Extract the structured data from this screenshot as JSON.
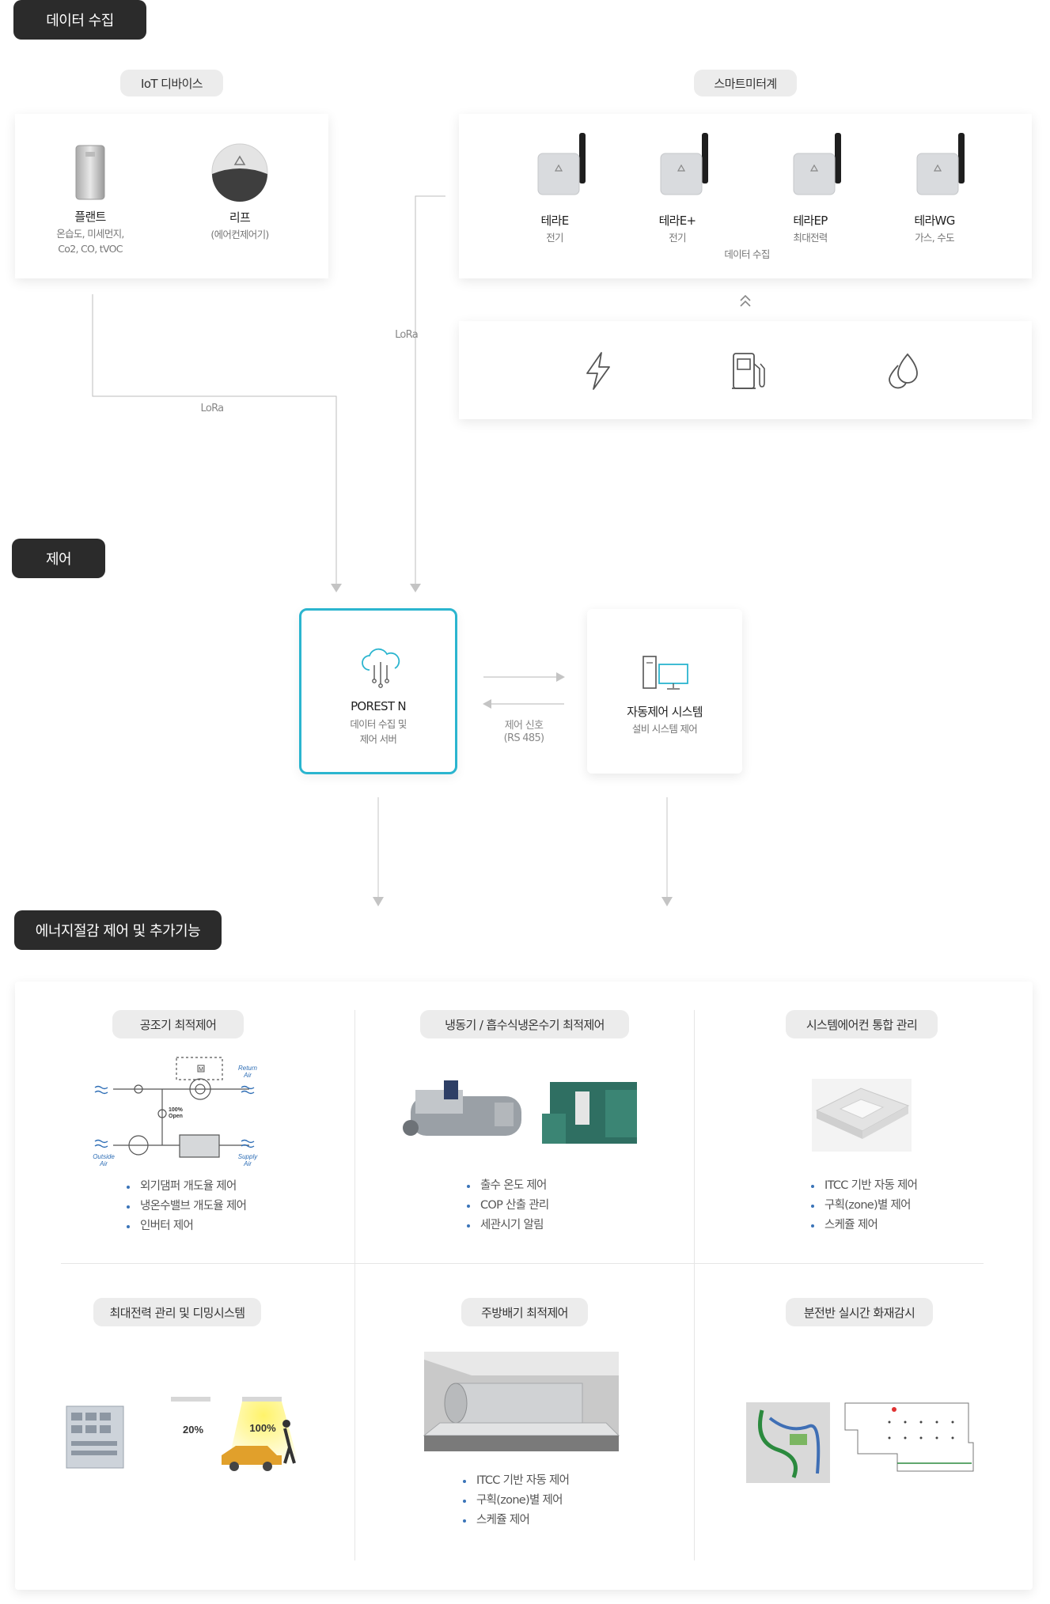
{
  "sections": {
    "collect": "데이터 수집",
    "control": "제어",
    "energy": "에너지절감 제어 및 추가기능"
  },
  "iot": {
    "tag": "IoT 디바이스",
    "items": [
      {
        "name": "플랜트",
        "desc1": "온습도, 미세먼지,",
        "desc2": "Co2, CO, tVOC"
      },
      {
        "name": "리프",
        "desc1": "(에어컨제어기)"
      }
    ]
  },
  "smart": {
    "tag": "스마트미터계",
    "items": [
      {
        "name": "테라E",
        "desc": "전기"
      },
      {
        "name": "테라E+",
        "desc": "전기"
      },
      {
        "name": "테라EP",
        "desc": "최대전력"
      },
      {
        "name": "테라WG",
        "desc": "가스, 수도"
      }
    ],
    "caption": "데이터 수집"
  },
  "links": {
    "lora_right": "LoRa",
    "lora_left": "LoRa",
    "signal1": "제어 신호",
    "signal2": "(RS 485)"
  },
  "server": {
    "name": "POREST N",
    "desc1": "데이터 수집 및",
    "desc2": "제어 서버"
  },
  "auto": {
    "name": "자동제어 시스템",
    "desc": "설비 시스템 제어"
  },
  "features": [
    {
      "title": "공조기 최적제어",
      "bullets": [
        "외기댐퍼 개도율 제어",
        "냉온수밸브 개도율 제어",
        "인버터 제어"
      ]
    },
    {
      "title": "냉동기 / 흡수식냉온수기 최적제어",
      "bullets": [
        "출수 온도 제어",
        "COP 산출 관리",
        "세관시기 알림"
      ]
    },
    {
      "title": "시스템에어컨 통합 관리",
      "bullets": [
        "ITCC 기반 자동 제어",
        "구획(zone)별 제어",
        "스케쥴 제어"
      ]
    },
    {
      "title": "최대전력 관리 및 디밍시스템",
      "bullets": []
    },
    {
      "title": "주방배기 최적제어",
      "bullets": [
        "ITCC 기반 자동 제어",
        "구획(zone)별 제어",
        "스케쥴 제어"
      ]
    },
    {
      "title": "분전반 실시간 화재감시",
      "bullets": []
    }
  ],
  "ahu_diagram": {
    "return_air": [
      "Return",
      "Air"
    ],
    "outside_air": [
      "Outside",
      "Air"
    ],
    "supply_air": [
      "Supply",
      "Air"
    ],
    "open": [
      "100%",
      "Open"
    ],
    "m": "M"
  },
  "dimming": {
    "low": "20%",
    "high": "100%"
  },
  "colors": {
    "accent": "#2bb5cf",
    "dark": "#2b2b2b",
    "tag_bg": "#ececec",
    "bullet": "#3b74b8",
    "line": "#bdbdbd"
  },
  "icons": [
    "lightning-icon",
    "fuel-pump-icon",
    "water-drops-icon",
    "cloud-network-icon",
    "computer-icon"
  ]
}
